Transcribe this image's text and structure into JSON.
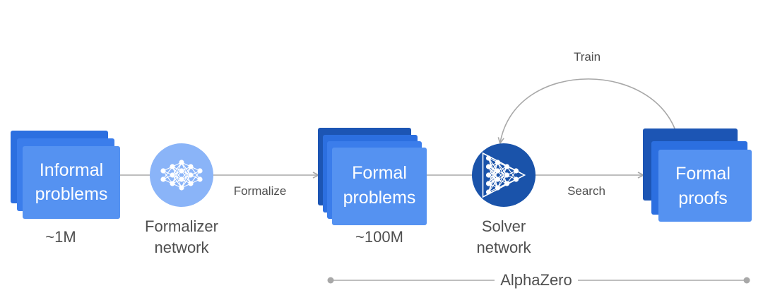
{
  "stacks": {
    "informal": {
      "line1": "Informal",
      "line2": "problems",
      "count": "~1M"
    },
    "formal_problems": {
      "line1": "Formal",
      "line2": "problems",
      "count": "~100M"
    },
    "formal_proofs": {
      "line1": "Formal",
      "line2": "proofs"
    }
  },
  "networks": {
    "formalizer": {
      "line1": "Formalizer",
      "line2": "network",
      "icon": "neural-network-icon"
    },
    "solver": {
      "line1": "Solver",
      "line2": "network",
      "icon": "neural-network-play-icon"
    }
  },
  "edges": {
    "formalize": "Formalize",
    "search": "Search",
    "train": "Train"
  },
  "bracket": {
    "label": "AlphaZero"
  },
  "colors": {
    "card_dark": "#1c55b4",
    "card_mid": "#2c6fe0",
    "card_front": "#4f8ef0",
    "formalizer_circle": "#8ab4f8",
    "solver_circle": "#1a53aa",
    "line": "#a8a8a8",
    "text": "#4f4f4f"
  }
}
